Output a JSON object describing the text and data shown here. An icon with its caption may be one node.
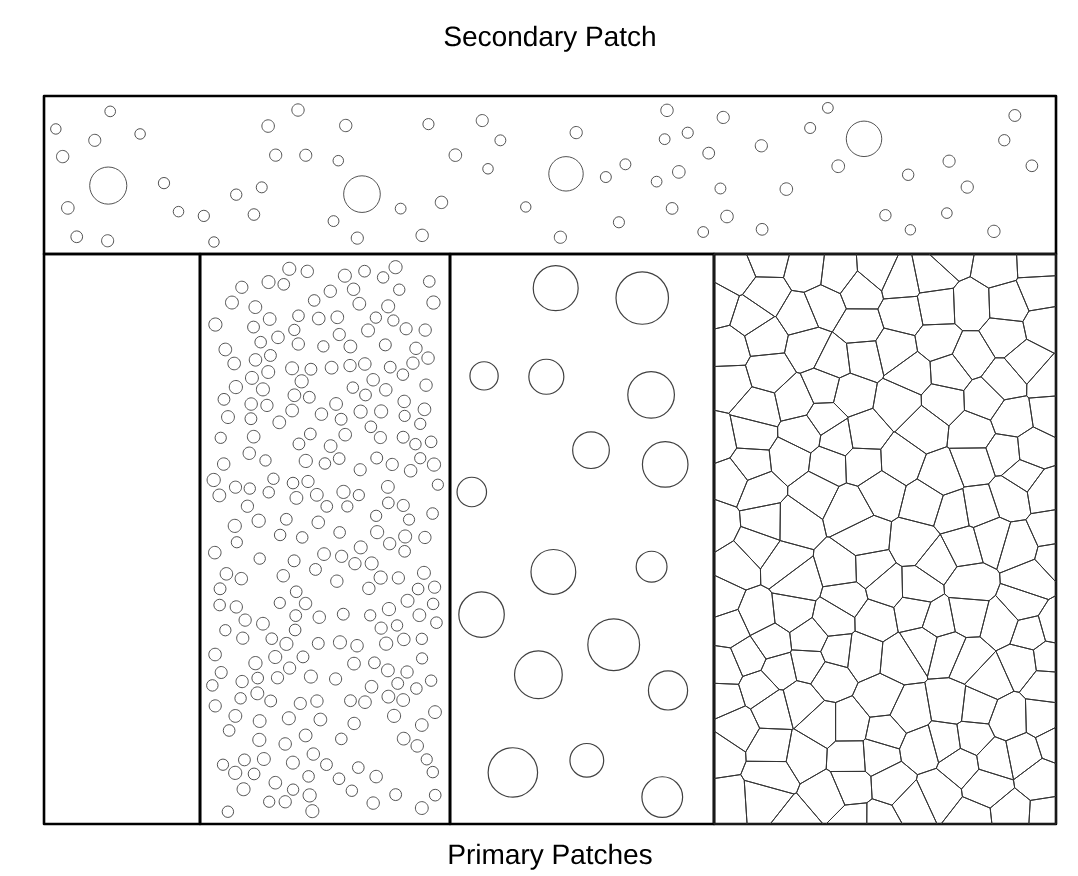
{
  "diagram": {
    "nodes": [
      {
        "text": [
          "Secondary Patch"
        ]
      },
      {
        "text": [],
        "shape": "box"
      },
      {
        "text": [],
        "shape": "box"
      },
      {
        "text": [],
        "shape": "box"
      },
      {
        "text": [],
        "shape": "box"
      }
    ],
    "labels": [
      "Primary Patches"
    ]
  }
}
